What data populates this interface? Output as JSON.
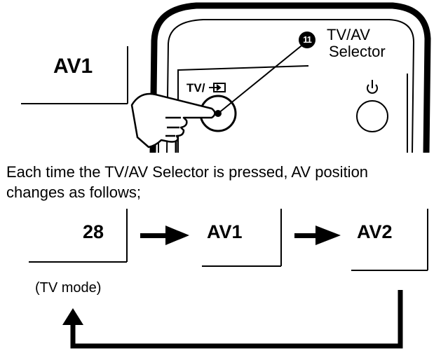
{
  "display_top": {
    "value": "AV1"
  },
  "remote": {
    "callout_number": "11",
    "callout_line1": "TV/AV",
    "callout_line2": "Selector",
    "button_label": "TV/",
    "power_icon": "power-icon",
    "input_icon": "input-arrow-icon"
  },
  "description": {
    "line1": "Each time the TV/AV Selector is pressed, AV position",
    "line2": "changes as  follows;"
  },
  "sequence": {
    "items": [
      "28",
      "AV1",
      "AV2"
    ],
    "first_sub": "(TV mode)"
  }
}
